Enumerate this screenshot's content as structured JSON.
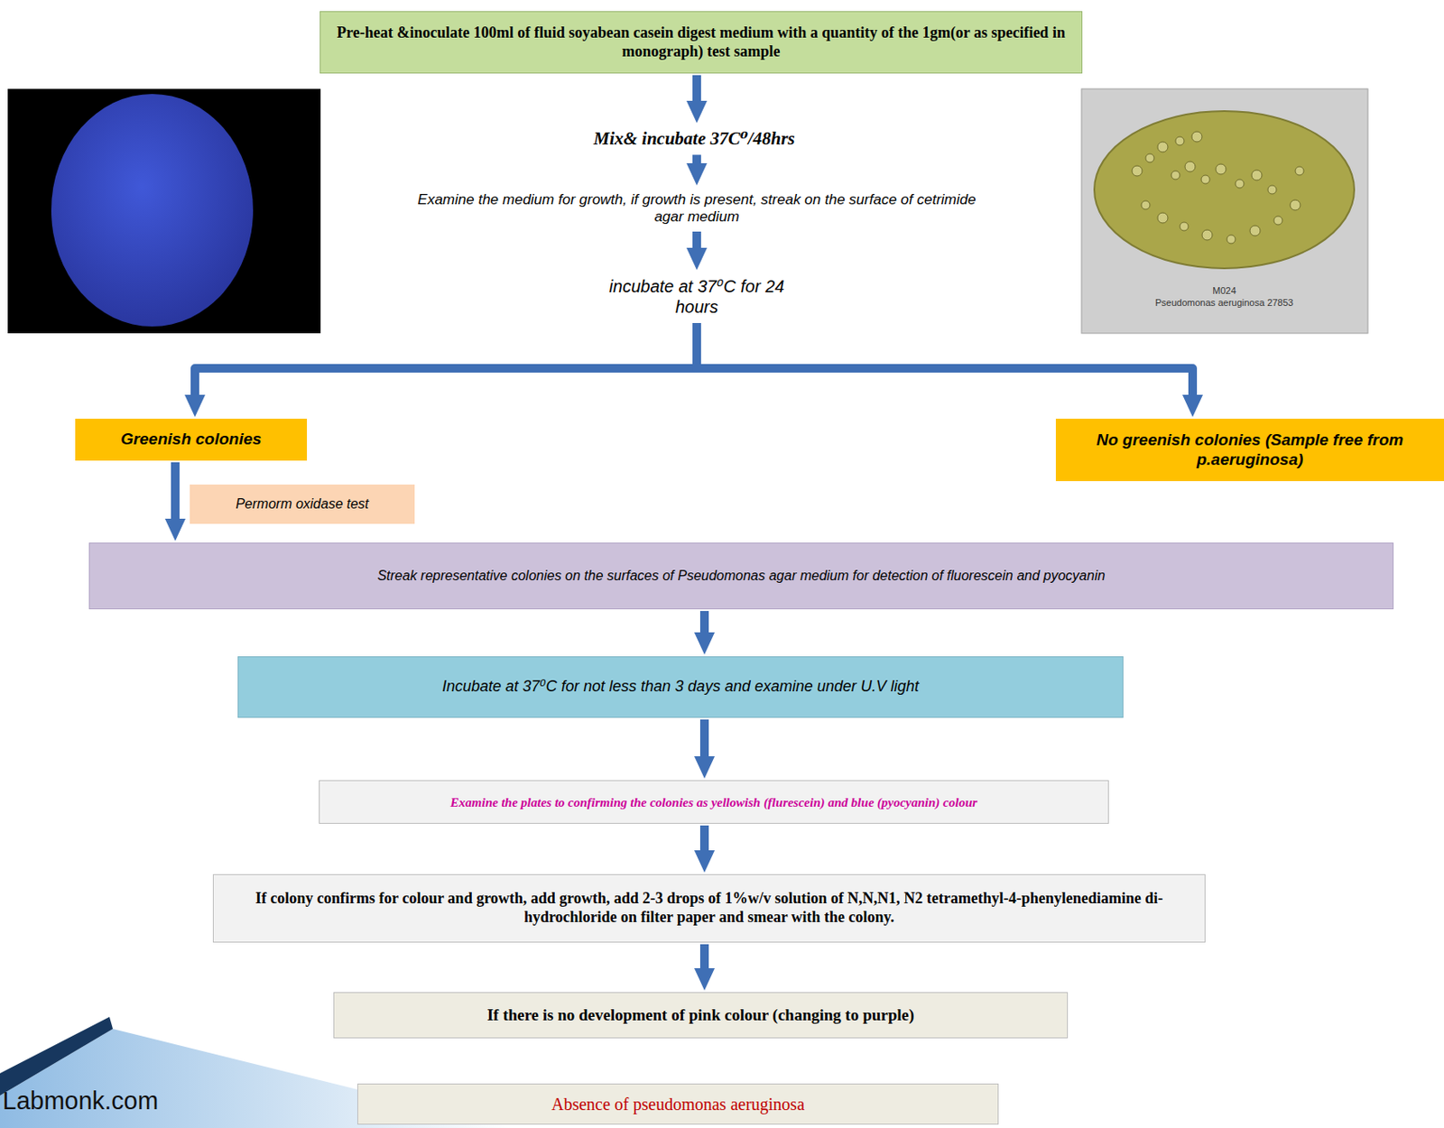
{
  "diagram": {
    "nodes": [
      {
        "text": [
          "Pre-heat &inoculate 100ml of fluid soyabean casein digest medium with a quantity of the 1gm(or as specified in monograph) test sample"
        ]
      },
      {
        "text": [
          "Mix& incubate 37C⁰/48hrs"
        ]
      },
      {
        "text": [
          "Examine the medium for growth, if growth is present, streak on the surface of cetrimide agar medium"
        ]
      },
      {
        "text": [
          "incubate at 37⁰C for 24 hours"
        ]
      },
      {
        "text": [
          "Greenish colonies"
        ]
      },
      {
        "text": [
          "No greenish colonies (Sample free from p.aeruginosa)"
        ]
      },
      {
        "text": [
          "Permorm oxidase test"
        ]
      },
      {
        "text": [
          "Streak representative colonies on the surfaces of Pseudomonas agar medium for detection of fluorescein and pyocyanin"
        ]
      },
      {
        "text": [
          "Incubate at 37⁰C for not less than 3 days and examine under U.V light"
        ]
      },
      {
        "text": [
          "Examine the plates to confirming the colonies as yellowish (flurescein) and blue (pyocyanin) colour"
        ]
      },
      {
        "text": [
          "If colony confirms for colour and growth, add growth, add 2-3 drops of 1%w/v solution of N,N,N1, N2 tetramethyl-4-phenylenediamine di-hydrochloride on filter paper and smear with the colony."
        ]
      },
      {
        "text": [
          "If there is no development of pink colour (changing to purple)"
        ]
      },
      {
        "text": [
          "Absence of pseudomonas aeruginosa"
        ]
      }
    ],
    "edges": [
      {
        "from": 0,
        "to": 1,
        "arrow": "to"
      },
      {
        "from": 1,
        "to": 2,
        "arrow": "to"
      },
      {
        "from": 2,
        "to": 3,
        "arrow": "to"
      },
      {
        "from": 3,
        "to": 4,
        "arrow": "to"
      },
      {
        "from": 3,
        "to": 5,
        "arrow": "to"
      },
      {
        "from": 4,
        "to": 7,
        "arrow": "to"
      },
      {
        "from": 7,
        "to": 8,
        "arrow": "to"
      },
      {
        "from": 8,
        "to": 9,
        "arrow": "to"
      },
      {
        "from": 9,
        "to": 10,
        "arrow": "to"
      },
      {
        "from": 10,
        "to": 11,
        "arrow": "to"
      }
    ],
    "labels": [
      "M024",
      "Pseudomonas aeruginosa 27853",
      "Labmonk.com"
    ]
  }
}
